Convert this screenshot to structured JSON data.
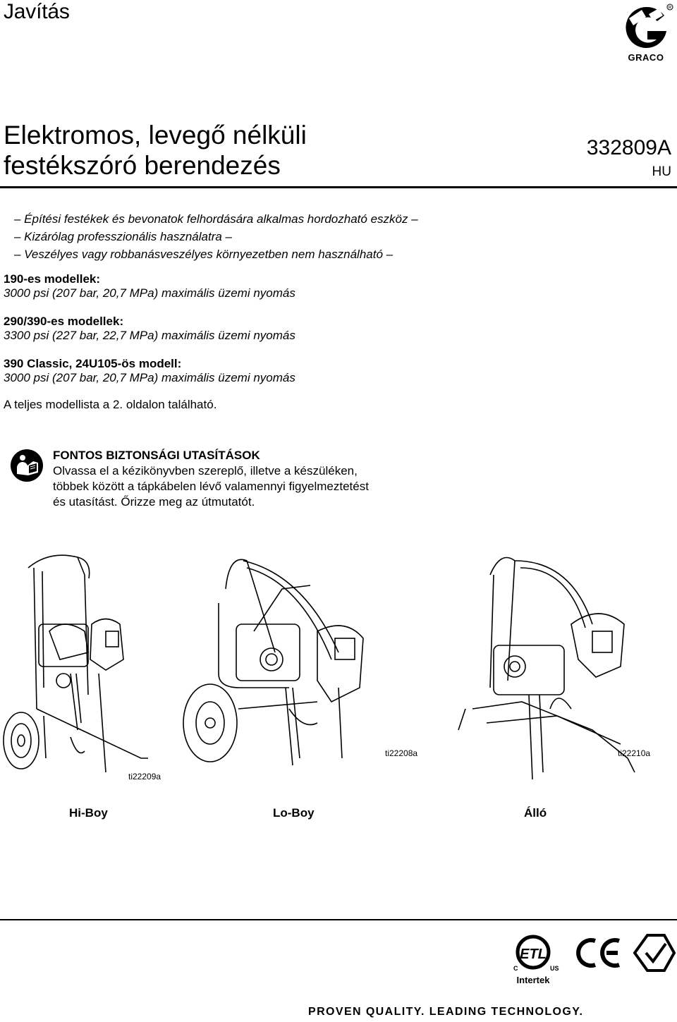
{
  "header": {
    "section_label": "Javítás",
    "brand": "GRACO",
    "title_line1": "Elektromos, levegő nélküli",
    "title_line2": "festékszóró berendezés",
    "doc_number": "332809A",
    "language": "HU"
  },
  "intro_lines": [
    "– Építési festékek és bevonatok felhordására alkalmas hordozható eszköz –",
    "– Kizárólag professzionális használatra –",
    "– Veszélyes vagy robbanásveszélyes környezetben nem használható –"
  ],
  "specs": [
    {
      "heading": "190-es modellek:",
      "value": "3000 psi (207 bar, 20,7 MPa) maximális üzemi nyomás"
    },
    {
      "heading": "290/390-es modellek:",
      "value": "3300 psi (227 bar, 22,7 MPa) maximális üzemi nyomás"
    },
    {
      "heading": "390 Classic, 24U105-ös modell:",
      "value": "3000 psi (207 bar, 20,7 MPa) maximális üzemi nyomás"
    }
  ],
  "model_note": "A teljes modellista a 2. oldalon található.",
  "safety": {
    "heading": "FONTOS BIZTONSÁGI UTASÍTÁSOK",
    "line1": "Olvassa el a kézikönyvben szereplő, illetve a készüléken,",
    "line2": "többek között a tápkábelen lévő valamennyi figyelmeztetést",
    "line3": "és utasítást. Őrizze meg az útmutatót."
  },
  "figures": [
    {
      "ref": "ti22209a",
      "label": "Hi-Boy"
    },
    {
      "ref": "ti22208a",
      "label": "Lo-Boy"
    },
    {
      "ref": "ti22210a",
      "label": "Álló"
    }
  ],
  "certifications": {
    "etl_small_left": "C",
    "etl_small_right": "US",
    "etl_mark": "ETL",
    "intertek": "Intertek"
  },
  "footer": {
    "slogan": "PROVEN QUALITY. LEADING TECHNOLOGY."
  }
}
